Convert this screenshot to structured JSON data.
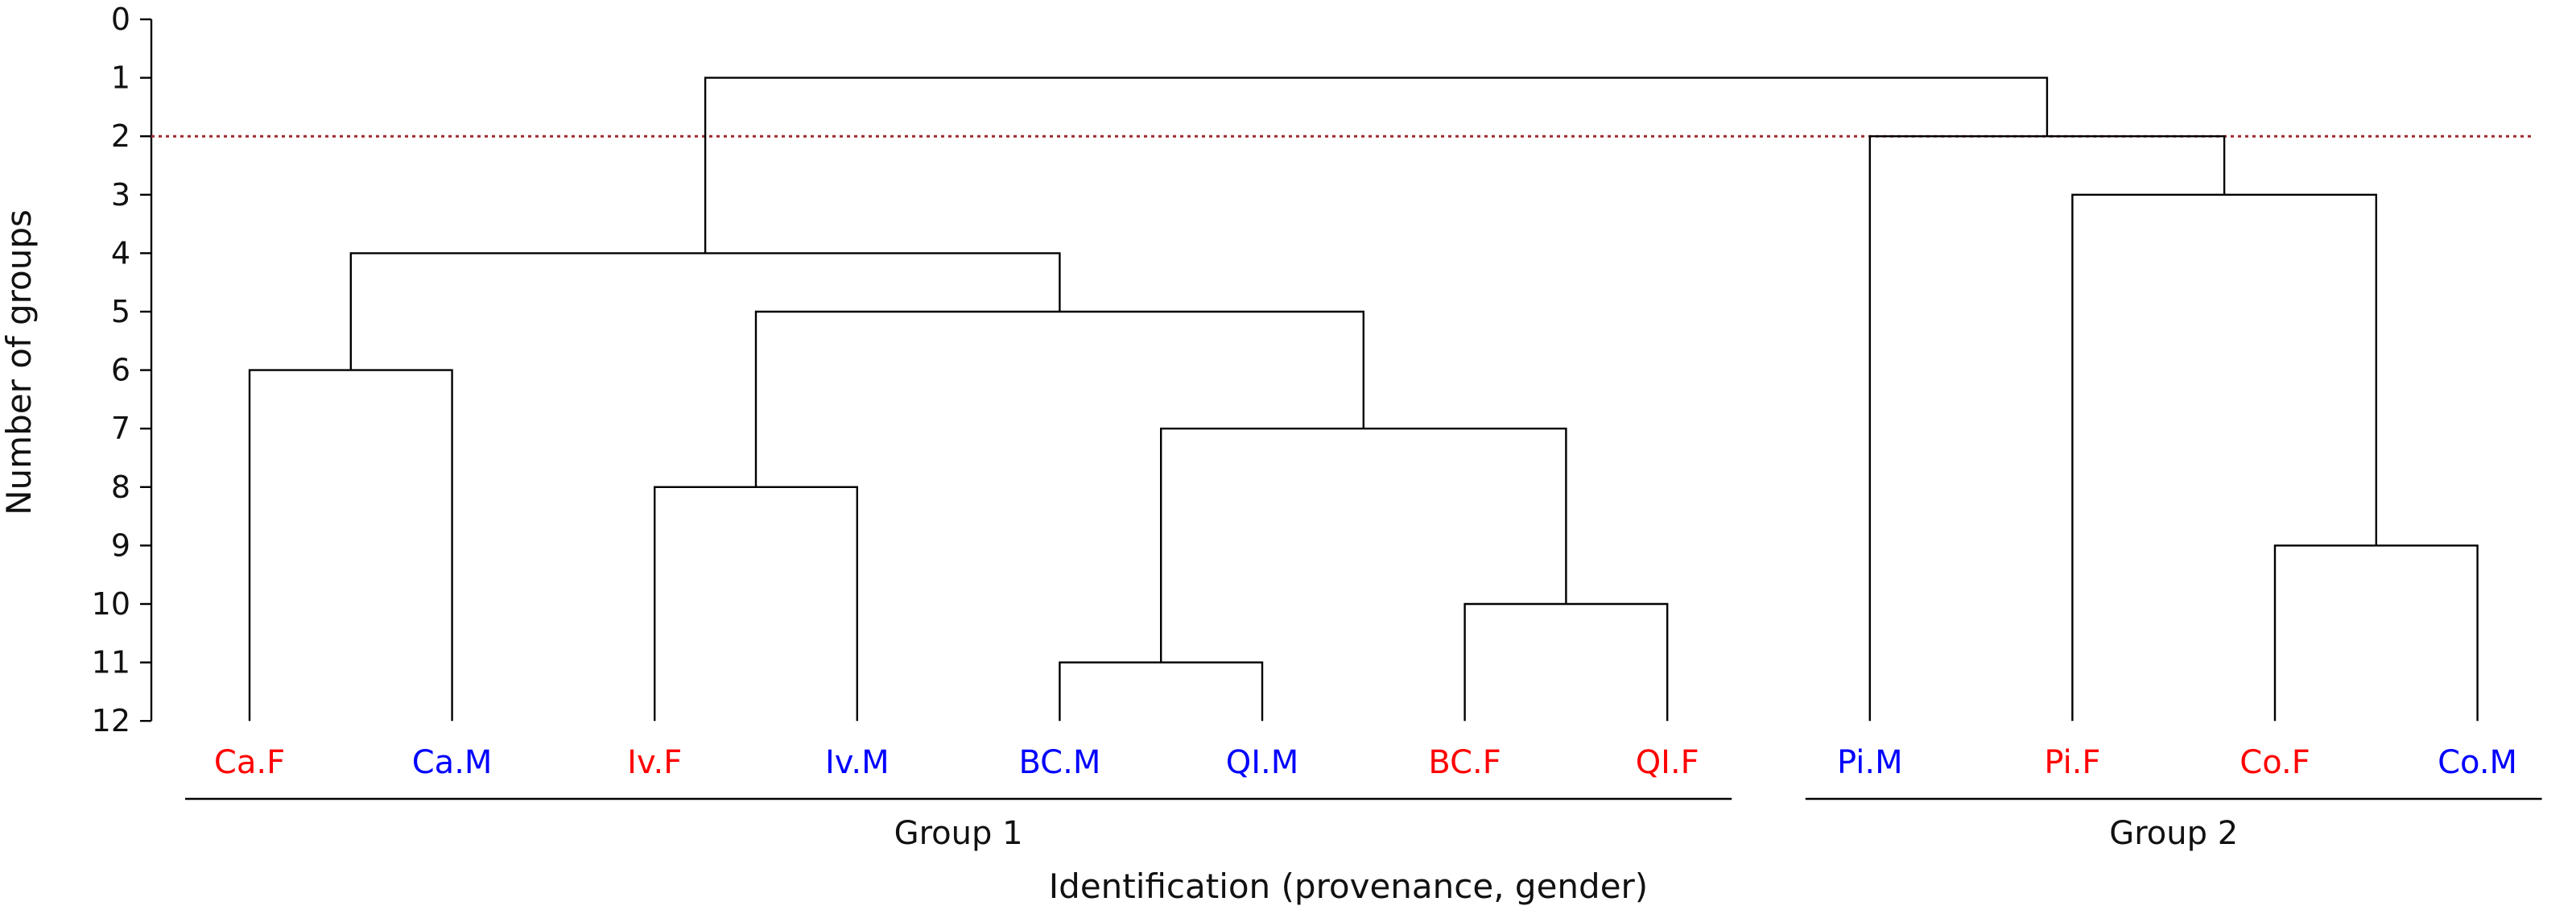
{
  "chart_data": {
    "type": "dendrogram",
    "title": "",
    "ylabel": "Number of groups",
    "xlabel": "Identification (provenance, gender)",
    "ylim": [
      0,
      12
    ],
    "yticks": [
      "0",
      "1",
      "2",
      "3",
      "4",
      "5",
      "6",
      "7",
      "8",
      "9",
      "10",
      "11",
      "12"
    ],
    "cut_level": 2,
    "cut_line_color": "#9e2a2f",
    "gender_colors": {
      "F": "#ff0000",
      "M": "#0000ff"
    },
    "leaves": [
      {
        "label": "Ca.F",
        "gender": "F"
      },
      {
        "label": "Ca.M",
        "gender": "M"
      },
      {
        "label": "Iv.F",
        "gender": "F"
      },
      {
        "label": "Iv.M",
        "gender": "M"
      },
      {
        "label": "BC.M",
        "gender": "M"
      },
      {
        "label": "QI.M",
        "gender": "M"
      },
      {
        "label": "BC.F",
        "gender": "F"
      },
      {
        "label": "QI.F",
        "gender": "F"
      },
      {
        "label": "Pi.M",
        "gender": "M"
      },
      {
        "label": "Pi.F",
        "gender": "F"
      },
      {
        "label": "Co.F",
        "gender": "F"
      },
      {
        "label": "Co.M",
        "gender": "M"
      }
    ],
    "merges": [
      {
        "id": "m11",
        "left": "BC.M",
        "right": "QI.M",
        "height": 11
      },
      {
        "id": "m10",
        "left": "BC.F",
        "right": "QI.F",
        "height": 10
      },
      {
        "id": "m9",
        "left": "Co.F",
        "right": "Co.M",
        "height": 9
      },
      {
        "id": "m8",
        "left": "Iv.F",
        "right": "Iv.M",
        "height": 8
      },
      {
        "id": "m7",
        "left": "m11",
        "right": "m10",
        "height": 7
      },
      {
        "id": "m6",
        "left": "Ca.F",
        "right": "Ca.M",
        "height": 6
      },
      {
        "id": "m5",
        "left": "m8",
        "right": "m7",
        "height": 5
      },
      {
        "id": "m4",
        "left": "m6",
        "right": "m5",
        "height": 4
      },
      {
        "id": "m3",
        "left": "Pi.F",
        "right": "m9",
        "height": 3
      },
      {
        "id": "m2",
        "left": "Pi.M",
        "right": "m3",
        "height": 2
      },
      {
        "id": "m1",
        "left": "m4",
        "right": "m2",
        "height": 1
      }
    ],
    "groups": [
      {
        "label": "Group 1",
        "members": [
          "Ca.F",
          "Ca.M",
          "Iv.F",
          "Iv.M",
          "BC.M",
          "QI.M",
          "BC.F",
          "QI.F"
        ]
      },
      {
        "label": "Group 2",
        "members": [
          "Pi.M",
          "Pi.F",
          "Co.F",
          "Co.M"
        ]
      }
    ]
  }
}
